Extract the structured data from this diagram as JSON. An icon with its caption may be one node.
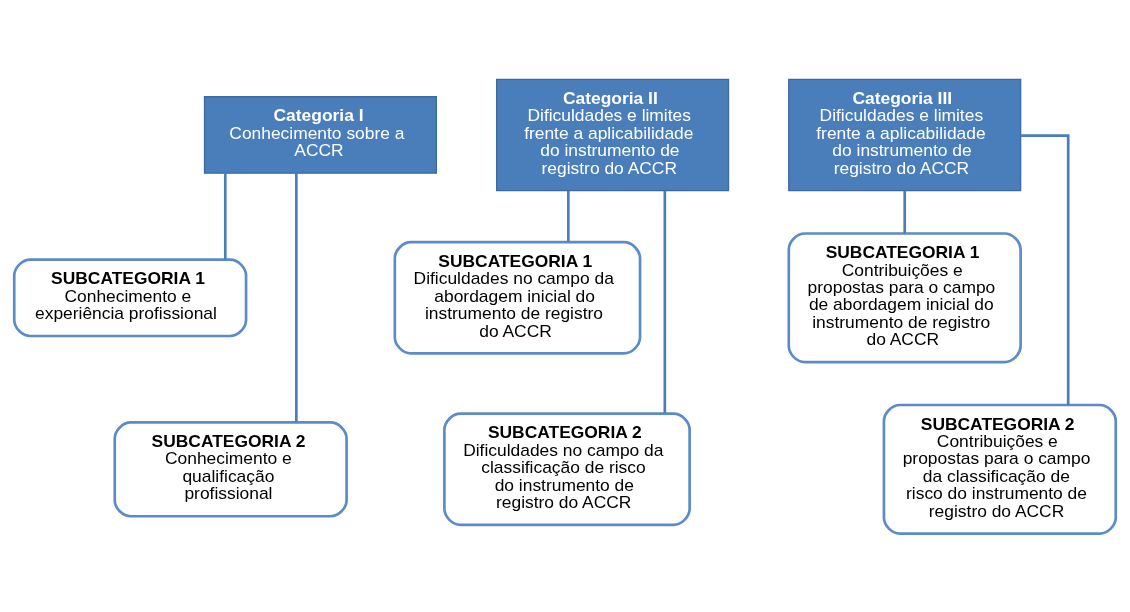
{
  "diagram": {
    "nodes": [
      {
        "text": [
          "Categoria I",
          "Conhecimento sobre a ACCR"
        ]
      },
      {
        "text": [
          "SUBCATEGORIA 1",
          "Conhecimento e experiência profissional"
        ]
      },
      {
        "text": [
          "SUBCATEGORIA 2",
          "Conhecimento e qualificação profissional"
        ]
      },
      {
        "text": [
          "Categoria II",
          "Dificuldades e limites frente a aplicabilidade do instrumento de registro do ACCR"
        ]
      },
      {
        "text": [
          "SUBCATEGORIA 1",
          "Dificuldades no campo da abordagem inicial do instrumento de registro do ACCR"
        ]
      },
      {
        "text": [
          "SUBCATEGORIA 2",
          "Dificuldades no campo da classificação de risco do instrumento de registro do ACCR"
        ]
      },
      {
        "text": [
          "Categoria III",
          "Dificuldades e limites frente a aplicabilidade do instrumento de registro do ACCR"
        ]
      },
      {
        "text": [
          "SUBCATEGORIA 1",
          "Contribuições e propostas para o campo de abordagem inicial do instrumento de registro do ACCR"
        ]
      },
      {
        "text": [
          "SUBCATEGORIA 2",
          "Contribuições e propostas para o campo da classificação de risco do instrumento de registro do ACCR"
        ]
      }
    ],
    "edges": [
      {
        "from": 0,
        "to": 1,
        "arrow": "none"
      },
      {
        "from": 0,
        "to": 2,
        "arrow": "none"
      },
      {
        "from": 3,
        "to": 4,
        "arrow": "none"
      },
      {
        "from": 3,
        "to": 5,
        "arrow": "none"
      },
      {
        "from": 6,
        "to": 7,
        "arrow": "none"
      },
      {
        "from": 6,
        "to": 8,
        "arrow": "none"
      }
    ]
  }
}
